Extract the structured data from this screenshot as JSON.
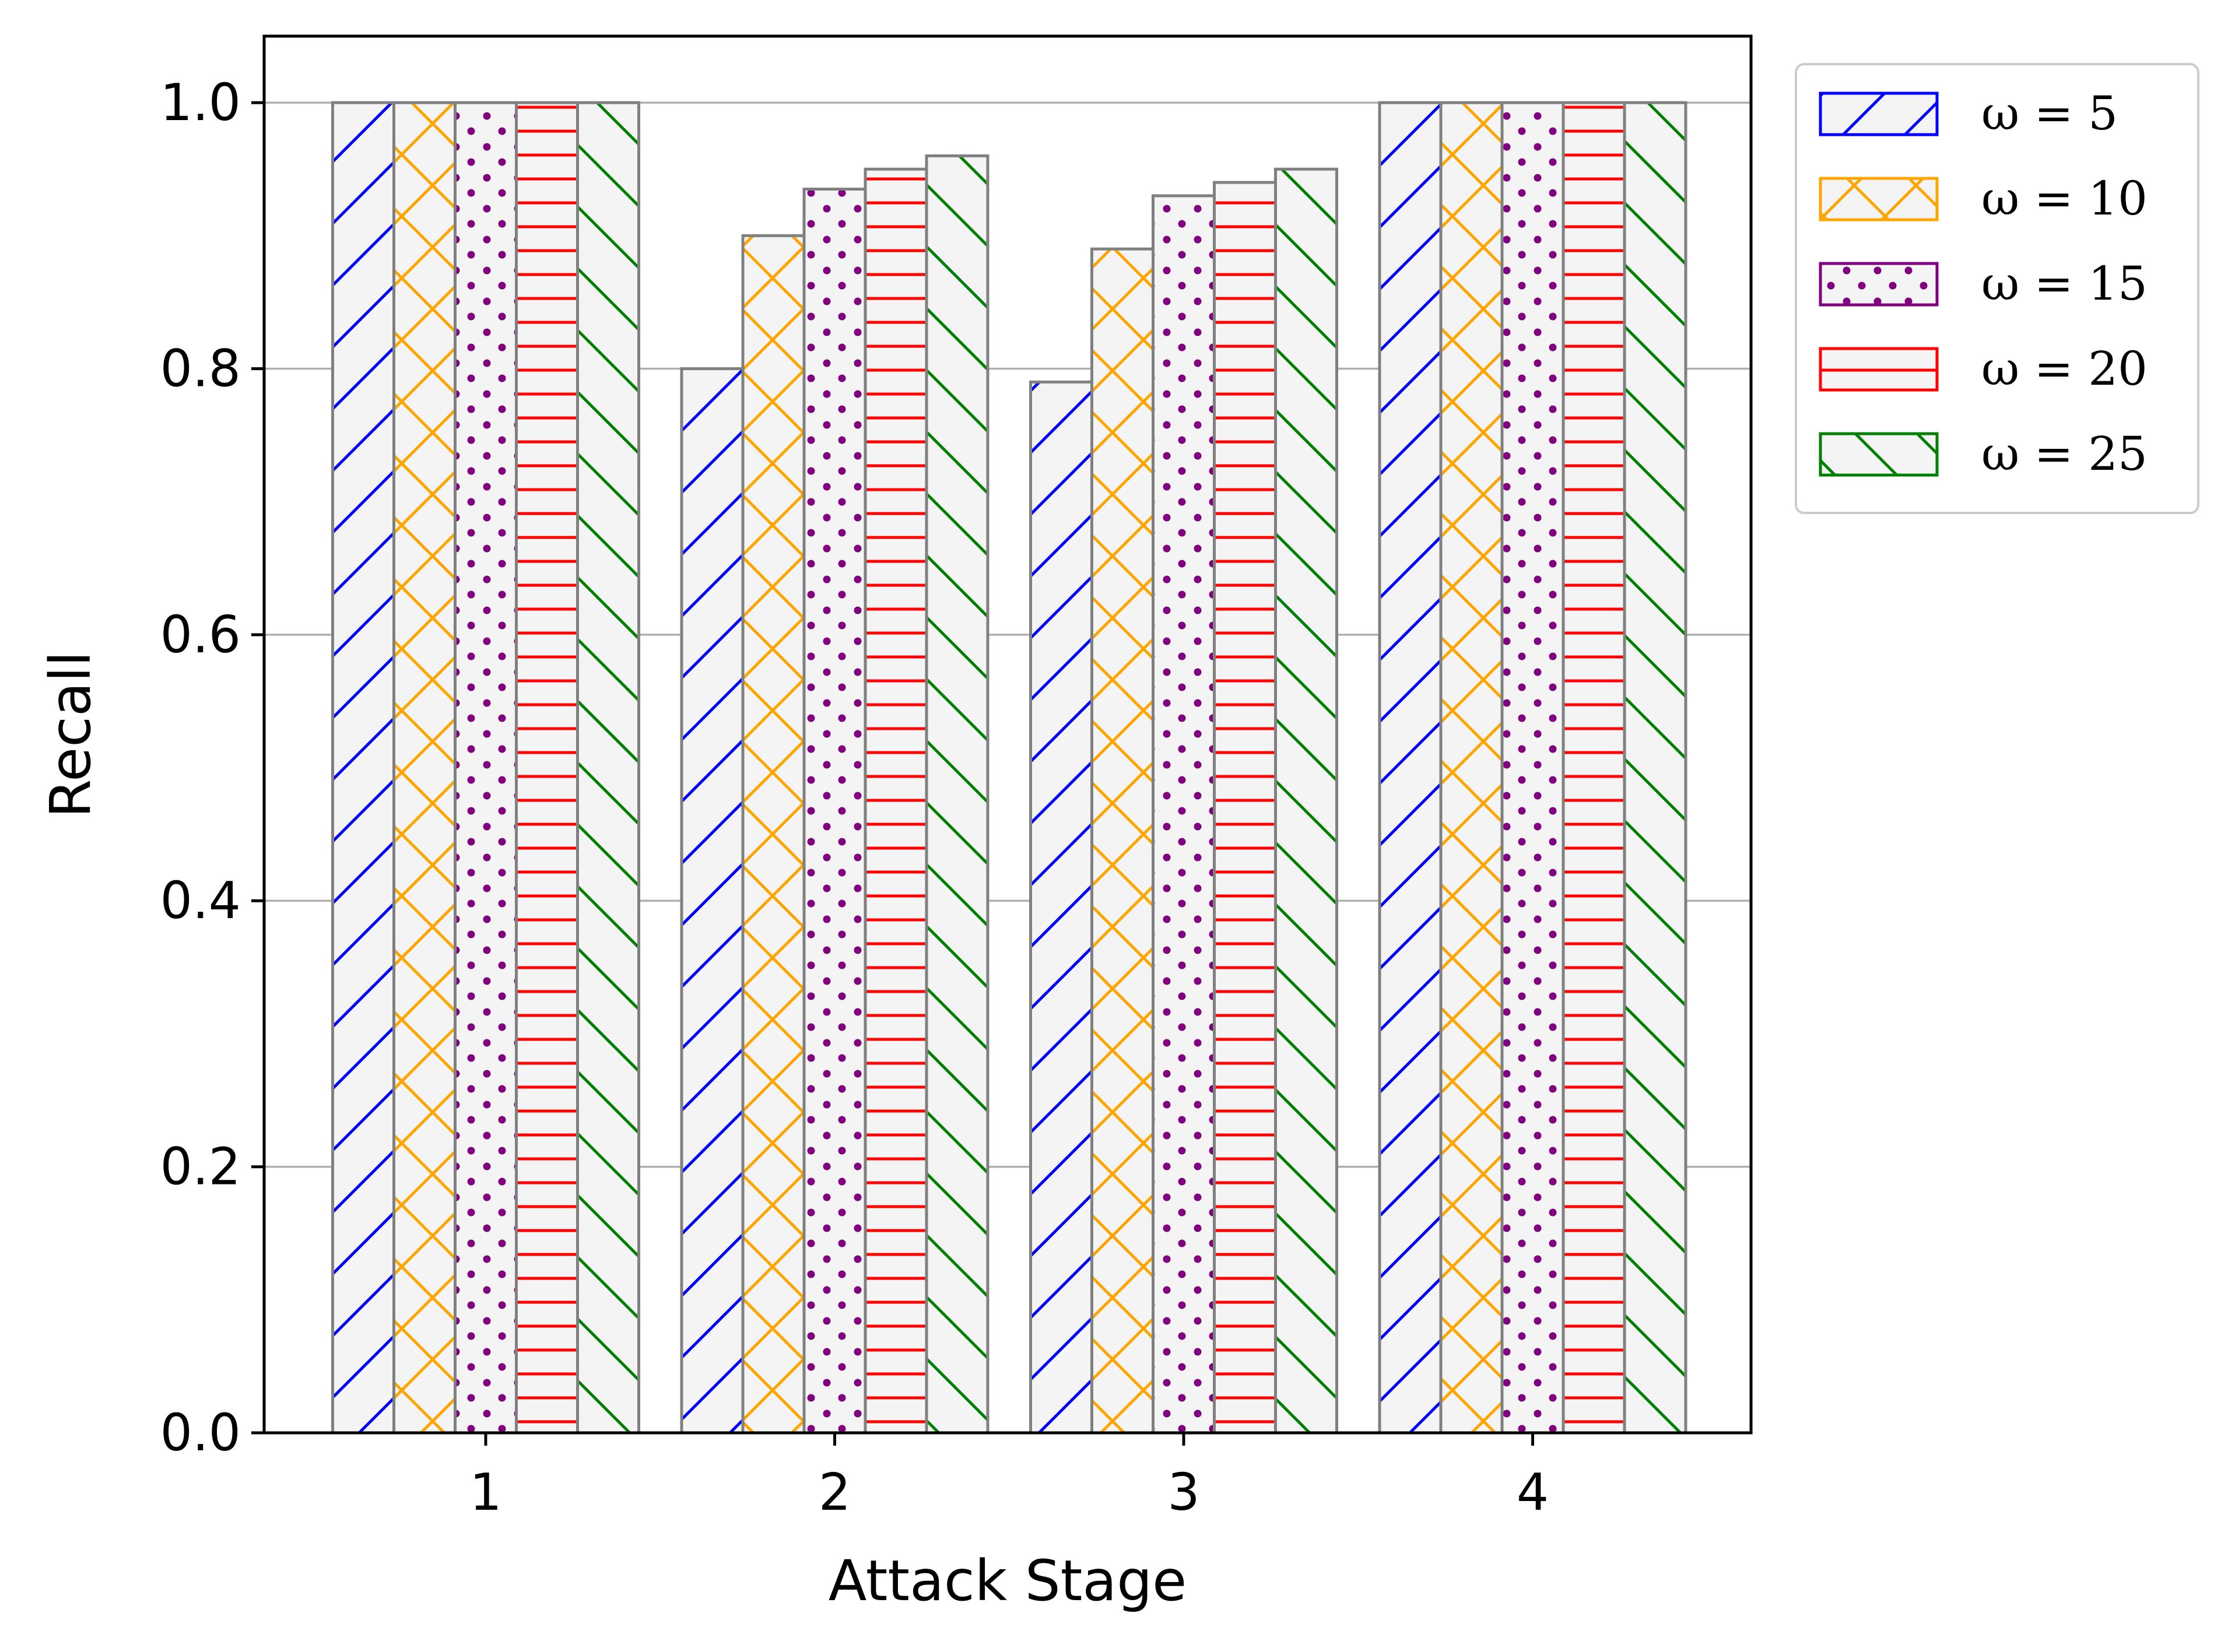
{
  "chart_data": {
    "type": "bar",
    "categories": [
      "1",
      "2",
      "3",
      "4"
    ],
    "series": [
      {
        "name": "ω = 5",
        "color": "#0000ff",
        "hatch": "diagonal-forward",
        "values": [
          1.0,
          0.8,
          0.79,
          1.0
        ]
      },
      {
        "name": "ω = 10",
        "color": "#ffa500",
        "hatch": "crosshatch",
        "values": [
          1.0,
          0.9,
          0.89,
          1.0
        ]
      },
      {
        "name": "ω = 15",
        "color": "#800080",
        "hatch": "dots",
        "values": [
          1.0,
          0.935,
          0.93,
          1.0
        ]
      },
      {
        "name": "ω = 20",
        "color": "#ff0000",
        "hatch": "horizontal",
        "values": [
          1.0,
          0.95,
          0.94,
          1.0
        ]
      },
      {
        "name": "ω = 25",
        "color": "#008000",
        "hatch": "diagonal-back",
        "values": [
          1.0,
          0.96,
          0.95,
          1.0
        ]
      }
    ],
    "xlabel": "Attack Stage",
    "ylabel": "Recall",
    "ylim": [
      0,
      1.05
    ],
    "yticks": [
      "0.0",
      "0.2",
      "0.4",
      "0.6",
      "0.8",
      "1.0"
    ],
    "ytick_values": [
      0,
      0.2,
      0.4,
      0.6,
      0.8,
      1.0
    ],
    "grid": "horizontal",
    "legend_position": "outside-upper-right",
    "bar_face_color": "#f4f4f4",
    "bar_edge_color": "#808080",
    "grid_color": "#b0b0b0"
  }
}
